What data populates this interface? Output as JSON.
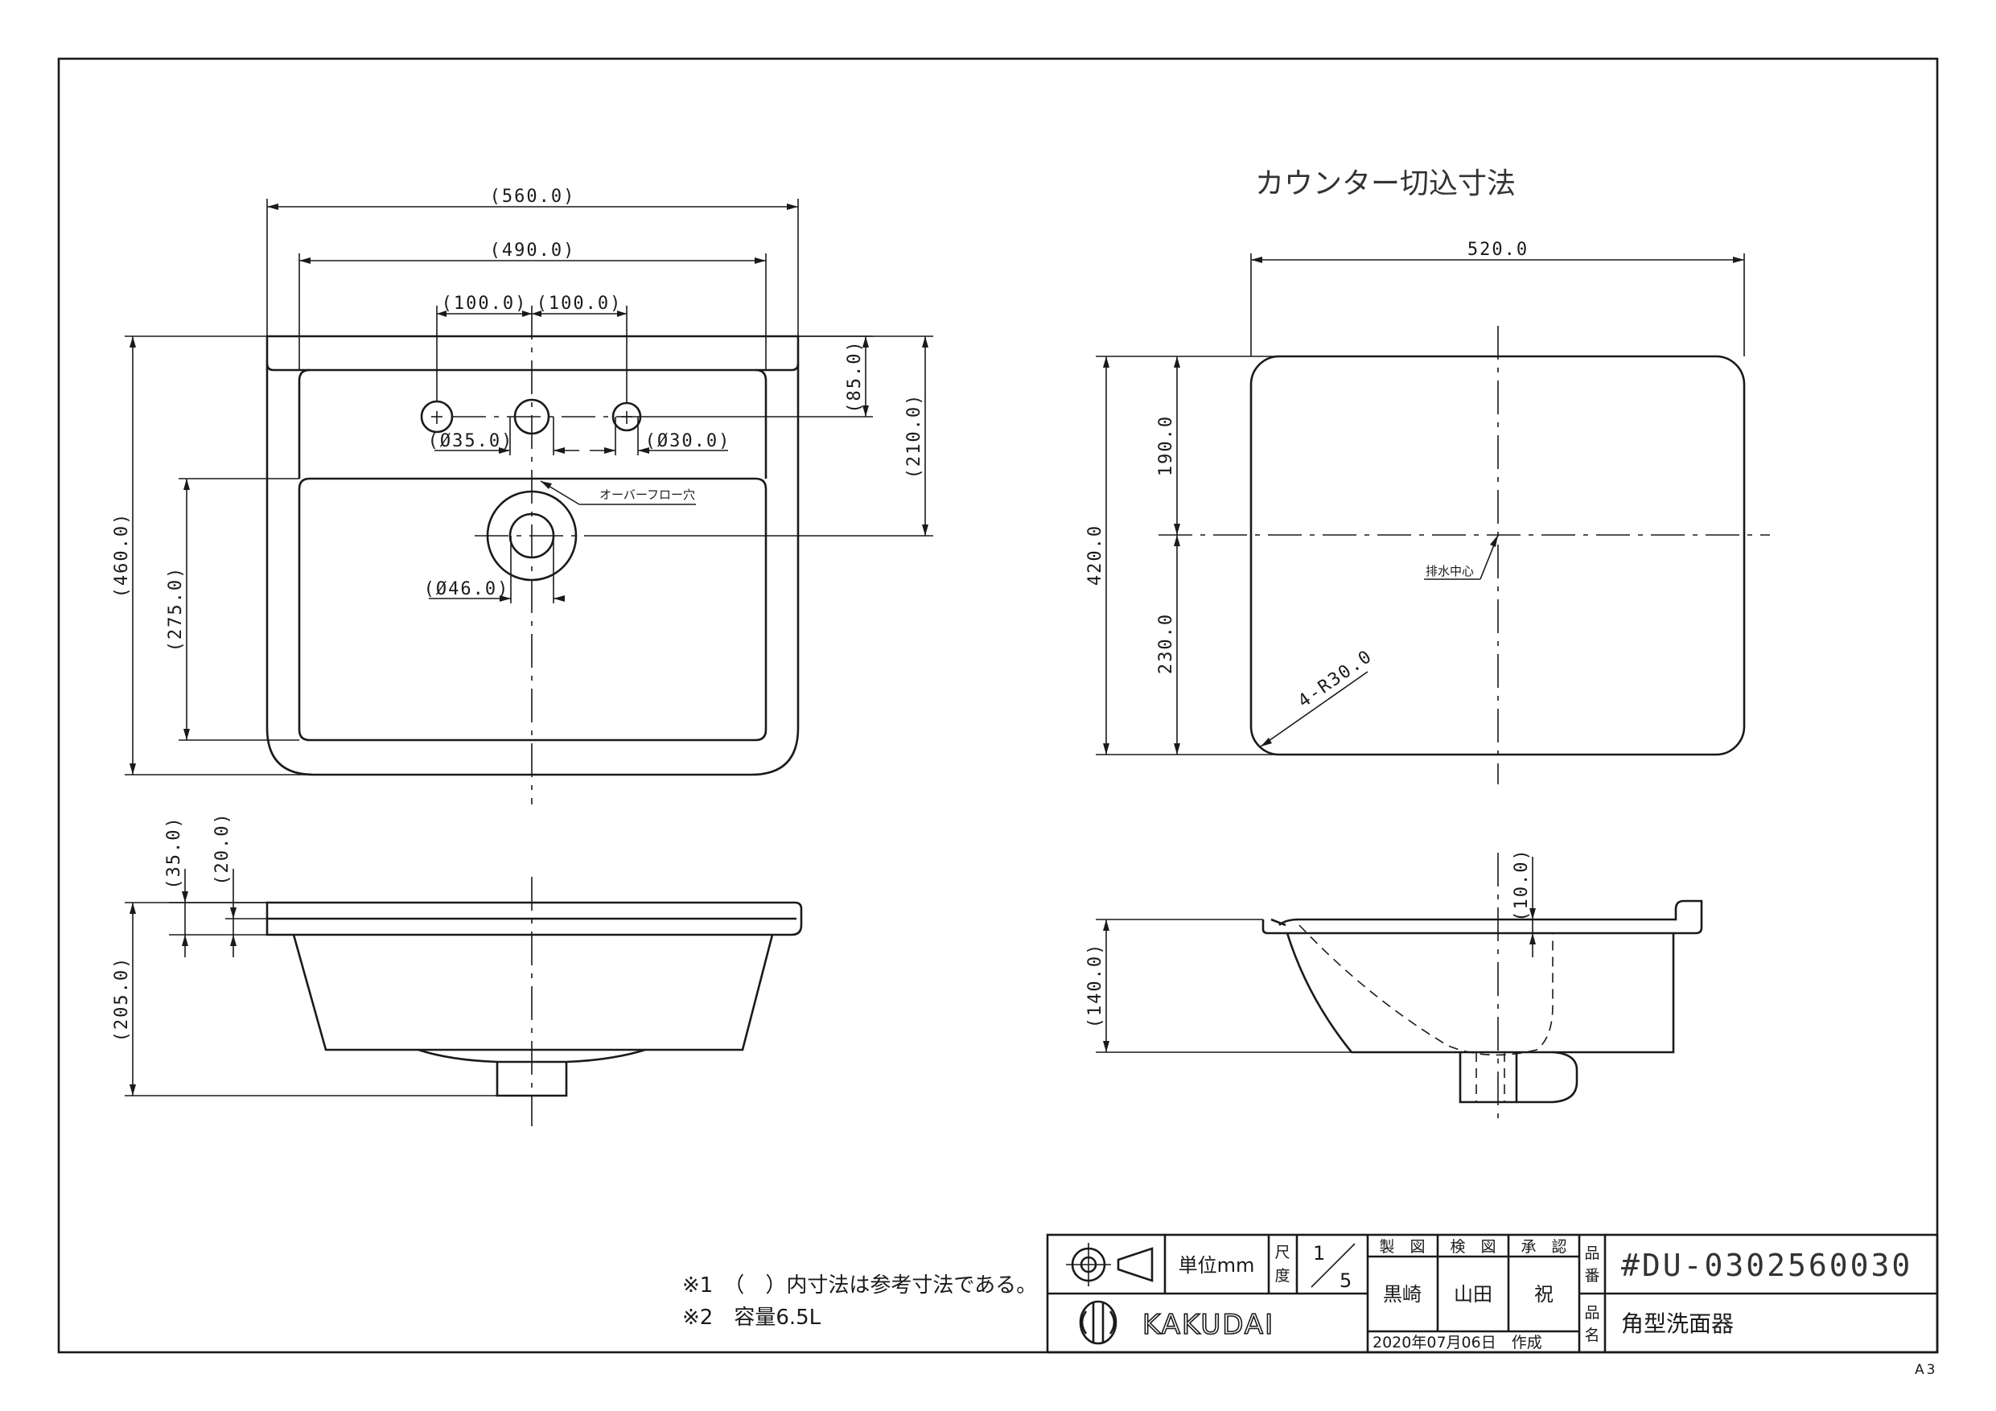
{
  "drawing": {
    "counter_cutout_title": "カウンター切込寸法",
    "sheet_size": "A3"
  },
  "dimensions": {
    "overall_width": "(560.0)",
    "bowl_width": "(490.0)",
    "hole_spacing_left": "(100.0)",
    "hole_spacing_right": "(100.0)",
    "overall_depth": "(460.0)",
    "hole_offset": "(85.0)",
    "drain_offset": "(210.0)",
    "bowl_depth": "(275.0)",
    "hole_dia_35": "(Ø35.0)",
    "hole_dia_30": "(Ø30.0)",
    "drain_dia": "(Ø46.0)",
    "rim_height": "(35.0)",
    "rim_thickness": "(20.0)",
    "total_height": "(205.0)",
    "cut_width": "520.0",
    "cut_depth": "420.0",
    "cut_upper": "190.0",
    "cut_lower": "230.0",
    "corner_radius": "4-R30.0",
    "side_flange": "(10.0)",
    "side_height": "(140.0)"
  },
  "labels": {
    "overflow": "オーバーフロー穴",
    "drain_center": "排水中心"
  },
  "notes": [
    "※1　（　）内寸法は参考寸法である。",
    "※2　容量6.5L"
  ],
  "title_block": {
    "unit_label": "単位mm",
    "scale_label_1": "尺",
    "scale_label_2": "度",
    "scale_num": "1",
    "scale_den": "5",
    "drawn_by_label": "製　図",
    "checked_by_label": "検　図",
    "approved_by_label": "承　認",
    "drawn_by": "黒崎",
    "checked_by": "山田",
    "approved_by": "祝",
    "date": "2020年07月06日　作成",
    "part_no_label_1": "品",
    "part_no_label_2": "番",
    "part_name_label_1": "品",
    "part_name_label_2": "名",
    "part_number": "#DU-0302560030",
    "part_name": "角型洗面器",
    "company": "KAKUDAI"
  }
}
